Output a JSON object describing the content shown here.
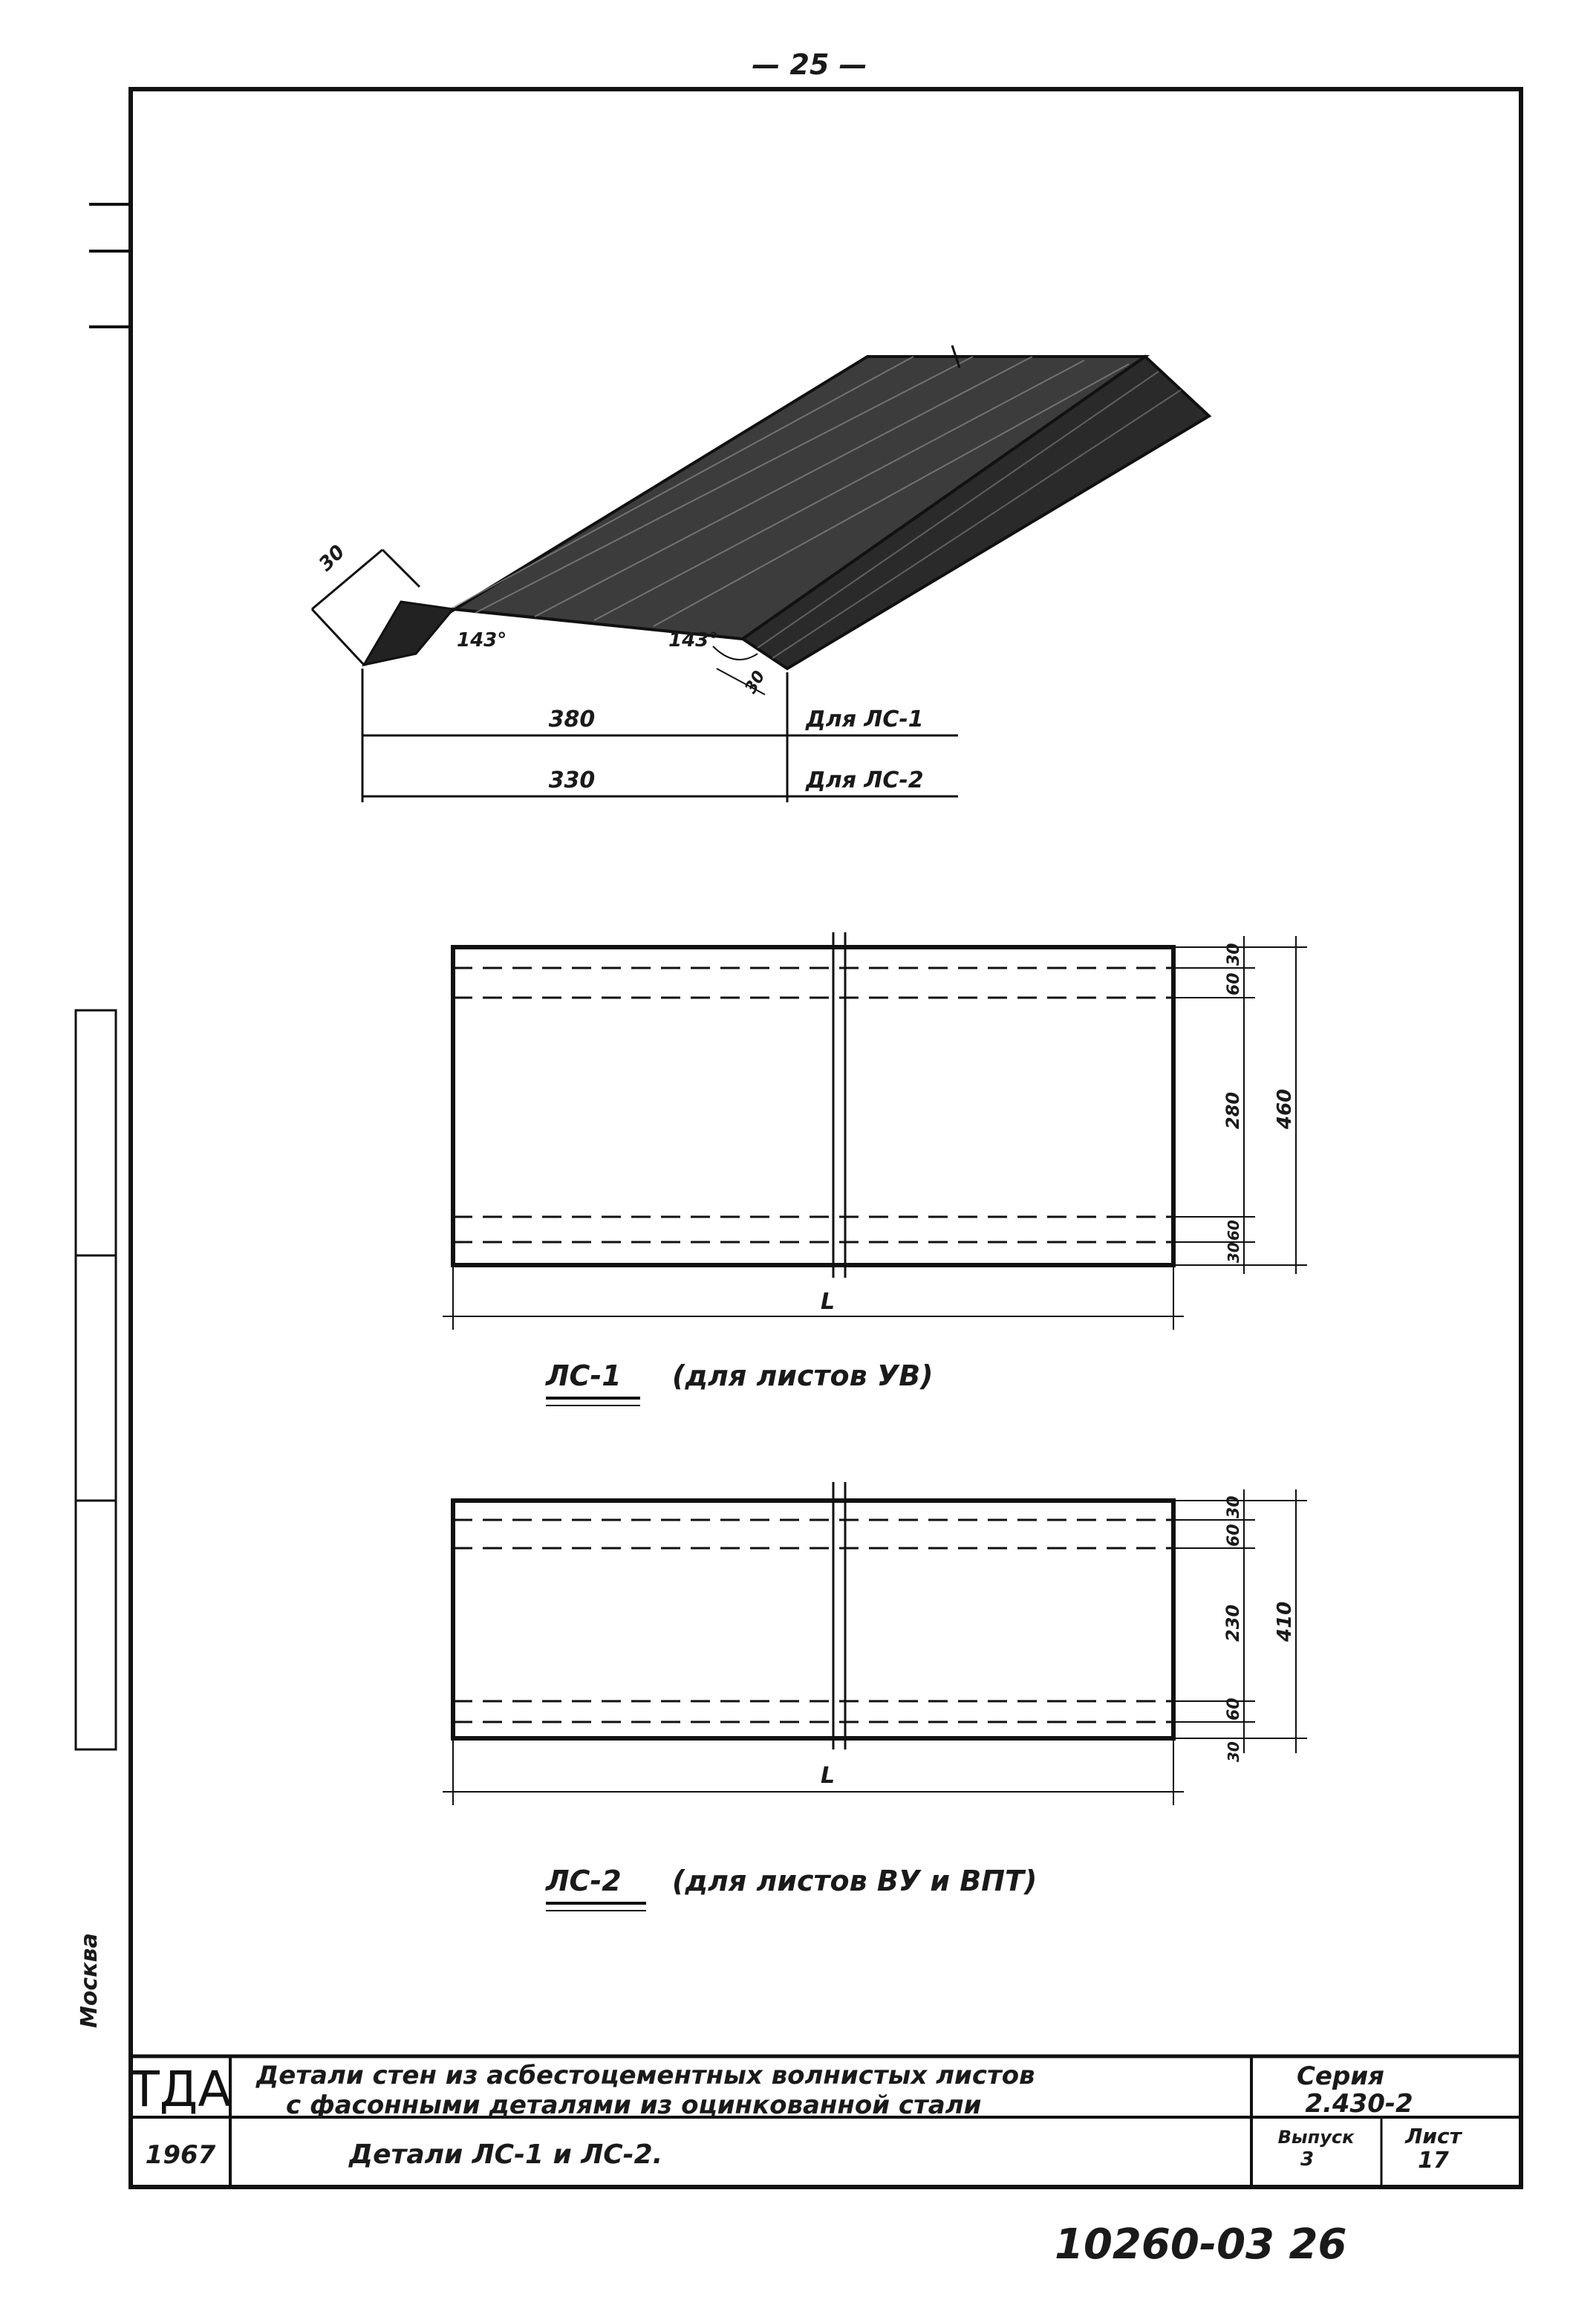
{
  "page_number": "— 25 —",
  "isometric": {
    "dim_edge": "30",
    "angle_left": "143°",
    "angle_right": "143°",
    "dim_lip": "30",
    "dims": [
      {
        "value": "380",
        "label": "Для ЛС-1"
      },
      {
        "value": "330",
        "label": "Для ЛС-2"
      }
    ]
  },
  "plan_ls1": {
    "dims_right": [
      "30",
      "60",
      "280",
      "60",
      "30"
    ],
    "overall": "460",
    "length_label": "L",
    "caption_code": "ЛС-1",
    "caption_rest": "(для листов УВ)"
  },
  "plan_ls2": {
    "dims_right": [
      "30",
      "60",
      "230",
      "60",
      "30"
    ],
    "overall": "410",
    "length_label": "L",
    "caption_code": "ЛС-2",
    "caption_rest": "(для листов ВУ и ВПТ)"
  },
  "margin_text": "Москва",
  "title_block": {
    "org": "ТДА",
    "title_line1": "Детали стен из асбестоцементных волнистых листов",
    "title_line2": "с фасонными деталями из оцинкованной стали",
    "series_label": "Серия",
    "series_value": "2.430-2",
    "year": "1967",
    "subtitle": "Детали ЛС-1 и ЛС-2.",
    "issue_label": "Выпуск",
    "issue_value": "3",
    "sheet_label": "Лист",
    "sheet_value": "17"
  },
  "stamp": "10260-03 26",
  "colors": {
    "ink": "#111111",
    "paper": "#ffffff"
  }
}
